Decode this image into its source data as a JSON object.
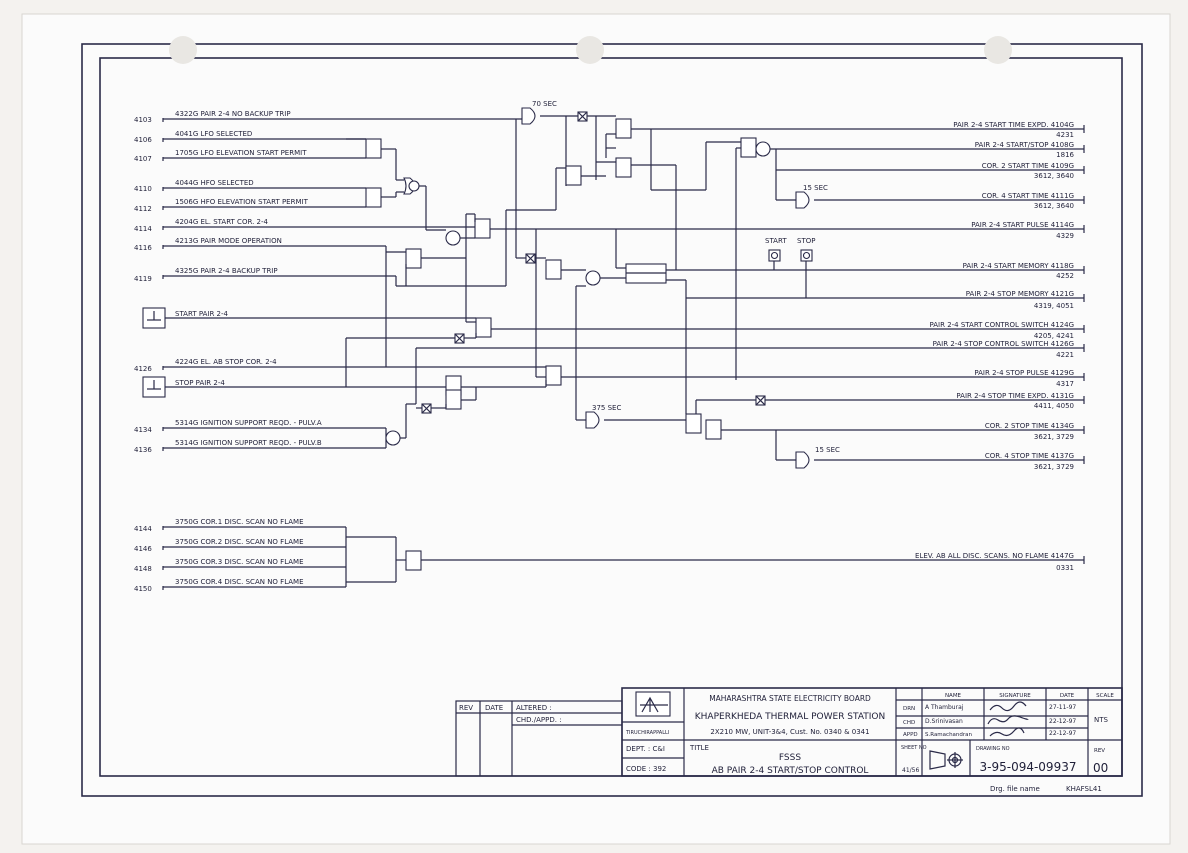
{
  "inputs": [
    {
      "num": "4103",
      "label": "4322G  PAIR 2-4 NO BACKUP TRIP"
    },
    {
      "num": "4106",
      "label": "4041G  LFO SELECTED"
    },
    {
      "num": "4107",
      "label": "1705G  LFO ELEVATION START PERMIT"
    },
    {
      "num": "4110",
      "label": "4044G  HFO SELECTED"
    },
    {
      "num": "4112",
      "label": "1506G  HFO ELEVATION START PERMIT"
    },
    {
      "num": "4114",
      "label": "4204G  EL. START COR. 2-4"
    },
    {
      "num": "4116",
      "label": "4213G  PAIR MODE OPERATION"
    },
    {
      "num": "4119",
      "label": "4325G  PAIR 2-4 BACKUP TRIP"
    },
    {
      "num": "",
      "label": "START PAIR 2-4"
    },
    {
      "num": "4126",
      "label": "4224G  EL. AB STOP COR. 2-4"
    },
    {
      "num": "",
      "label": "STOP PAIR 2-4"
    },
    {
      "num": "4134",
      "label": "5314G  IGNITION SUPPORT REQD. - PULV.A"
    },
    {
      "num": "4136",
      "label": "5314G  IGNITION SUPPORT REQD. - PULV.B"
    },
    {
      "num": "4144",
      "label": "3750G  COR.1 DISC. SCAN NO FLAME"
    },
    {
      "num": "4146",
      "label": "3750G  COR.2 DISC. SCAN NO FLAME"
    },
    {
      "num": "4148",
      "label": "3750G  COR.3 DISC. SCAN NO FLAME"
    },
    {
      "num": "4150",
      "label": "3750G  COR.4 DISC. SCAN NO FLAME"
    }
  ],
  "outputs": [
    {
      "label": "PAIR 2-4 START TIME EXPD.  4104G",
      "ref": "4231"
    },
    {
      "label": "PAIR 2-4 START/STOP  4108G",
      "ref": "1816"
    },
    {
      "label": "COR. 2 START TIME  4109G",
      "ref": "3612, 3640"
    },
    {
      "label": "COR. 4 START TIME  4111G",
      "ref": "3612, 3640"
    },
    {
      "label": "PAIR 2-4 START PULSE  4114G",
      "ref": "4329"
    },
    {
      "label": "PAIR 2-4 START MEMORY  4118G",
      "ref": "4252"
    },
    {
      "label": "PAIR 2-4 STOP MEMORY  4121G",
      "ref": "4319, 4051"
    },
    {
      "label": "PAIR 2-4 START CONTROL SWITCH  4124G",
      "ref": "4205, 4241"
    },
    {
      "label": "PAIR 2-4 STOP CONTROL SWITCH  4126G",
      "ref": "4221"
    },
    {
      "label": "PAIR 2-4 STOP PULSE  4129G",
      "ref": "4317"
    },
    {
      "label": "PAIR 2-4 STOP TIME EXPD.  4131G",
      "ref": "4411, 4050"
    },
    {
      "label": "COR. 2 STOP TIME  4134G",
      "ref": "3621, 3729"
    },
    {
      "label": "COR. 4 STOP TIME  4137G",
      "ref": "3621, 3729"
    },
    {
      "label": "ELEV. AB ALL DISC. SCANS. NO FLAME  4147G",
      "ref": "0331"
    }
  ],
  "timers": [
    "70 SEC",
    "15 SEC",
    "375 SEC",
    "15 SEC"
  ],
  "lamps": [
    "START",
    "STOP"
  ],
  "title_block": {
    "rev_headers": [
      "REV",
      "DATE",
      "ALTERED :",
      "CHD./APPD. :"
    ],
    "company": "MAHARASHTRA STATE ELECTRICITY BOARD",
    "station": "KHAPERKHEDA THERMAL POWER STATION",
    "units": "2X210 MW, UNIT-3&4, Cust. No. 0340 & 0341",
    "location": "TIRUCHIRAPPALLI",
    "dept": "DEPT. : C&I",
    "code": "CODE : 392",
    "title_label": "TITLE",
    "title1": "FSSS",
    "title2": "AB PAIR 2-4 START/STOP CONTROL",
    "col_name": "NAME",
    "col_signature": "SIGNATURE",
    "col_date": "DATE",
    "col_scale": "SCALE",
    "drn": "DRN",
    "drn_name": "A Thamburaj",
    "drn_date": "27-11-97",
    "chd": "CHD",
    "chd_name": "D.Srinivasan",
    "chd_date": "22-12-97",
    "appd": "APPD",
    "appd_name": "S.Ramachandran",
    "appd_date": "22-12-97",
    "scale": "NTS",
    "sheet_label": "SHEET NO",
    "sheet_no": "41/56",
    "drawing_label": "DRAWING NO",
    "drawing_no": "3-95-094-09937",
    "rev_label": "REV",
    "rev": "00",
    "file_label": "Drg. file name",
    "file_name": "KHAFSL41"
  },
  "colors": {
    "ink": "#2a2a48",
    "paper": "#f4f2ef",
    "line": "#1f1f38"
  }
}
